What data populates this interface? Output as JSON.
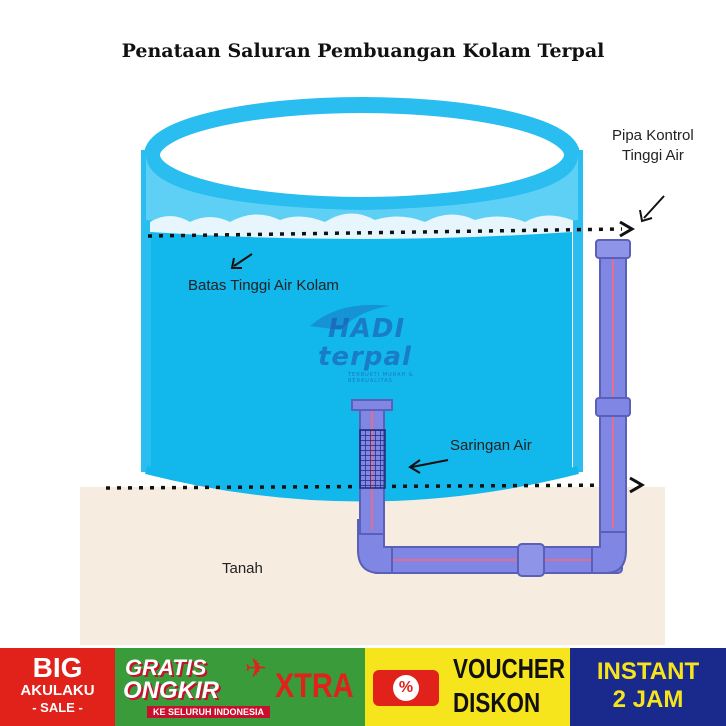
{
  "title": "Penataan Saluran Pembuangan Kolam Terpal",
  "labels": {
    "pipe_control_line1": "Pipa Kontrol",
    "pipe_control_line2": "Tinggi Air",
    "water_level": "Batas Tinggi Air Kolam",
    "filter": "Saringan Air",
    "ground": "Tanah"
  },
  "watermark": {
    "line1": "HADI",
    "line2": "terpal",
    "tagline": "TERBUKTI MURAH & BERKUALITAS"
  },
  "banner": {
    "big": {
      "line1": "BIG",
      "line2": "AKULAKU",
      "line3": "- SALE -"
    },
    "ongkir": {
      "line1": "GRATIS",
      "line2": "ONGKIR",
      "sub": "KE SELURUH INDONESIA",
      "xtra": "XTRA"
    },
    "voucher": {
      "line1": "VOUCHER",
      "line2": "DISKON"
    },
    "instant": {
      "line1": "INSTANT",
      "line2": "2 JAM"
    }
  },
  "colors": {
    "pool_water": "#12b7ec",
    "pool_rim": "#29bdf0",
    "ground": "#f7ece0",
    "pipe": "#7f86e3",
    "pipe_stripe": "#e56e8f",
    "banner_red": "#e0221b",
    "banner_green": "#3a9b3a",
    "banner_yellow": "#f6e41c",
    "banner_blue": "#1a2a8c"
  },
  "icons": [
    "arrow-icon",
    "percent-ticket-icon",
    "airplane-icon"
  ]
}
